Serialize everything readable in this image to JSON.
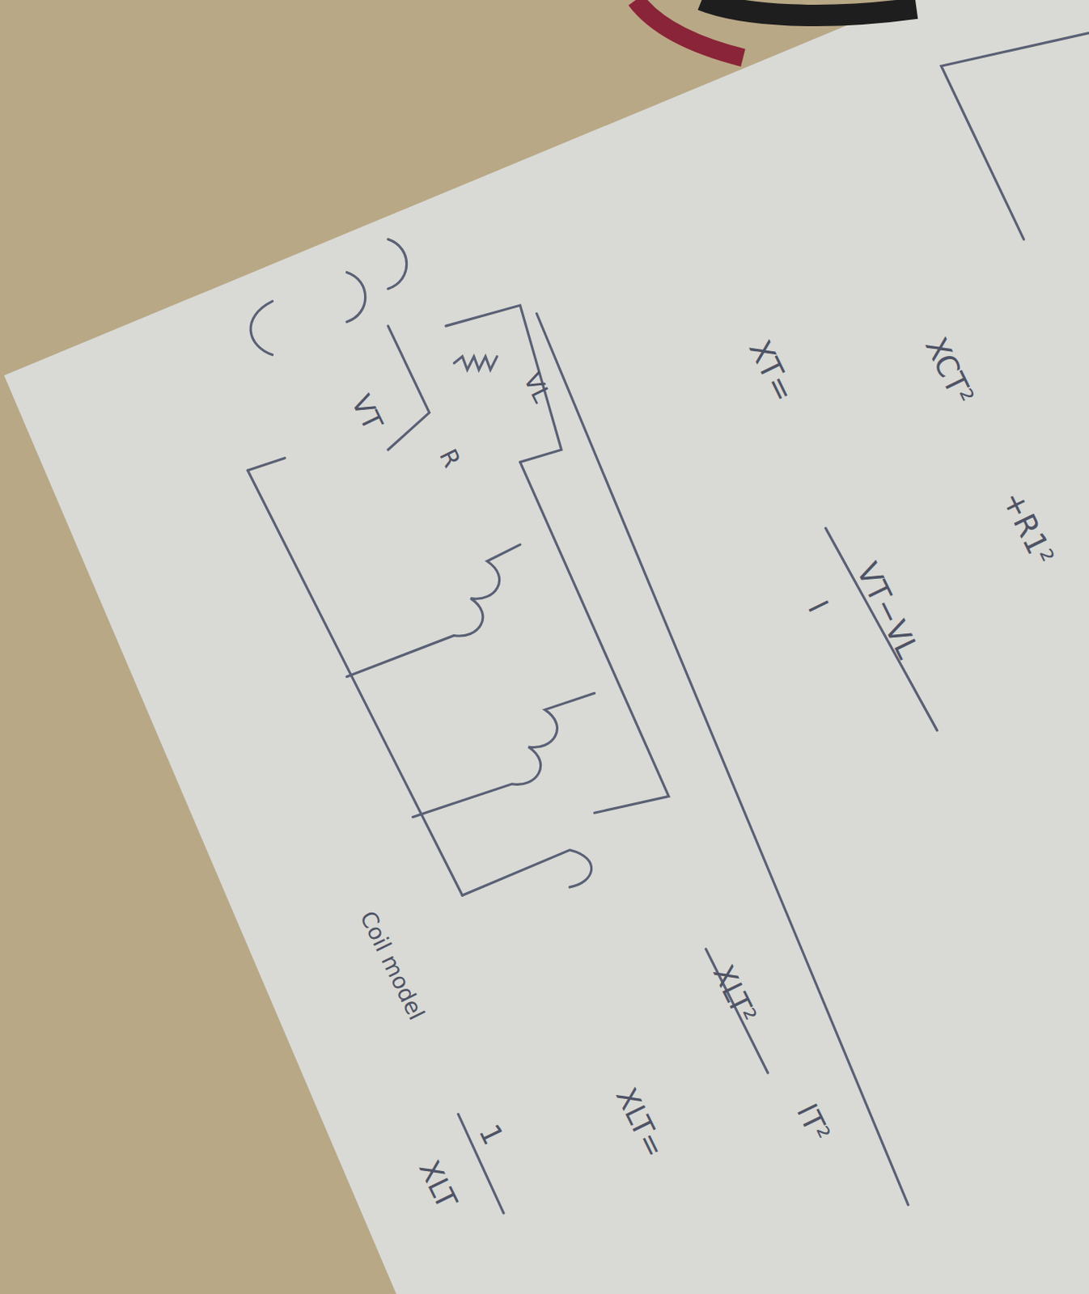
{
  "diagram": {
    "labels": [
      "VT",
      "VL",
      "R",
      "XCT²",
      "+R1²",
      "XT=",
      "VT−VL",
      "I",
      "Coil model",
      "XLT²",
      "IT²",
      "XLT=",
      "1",
      "XLT"
    ]
  }
}
